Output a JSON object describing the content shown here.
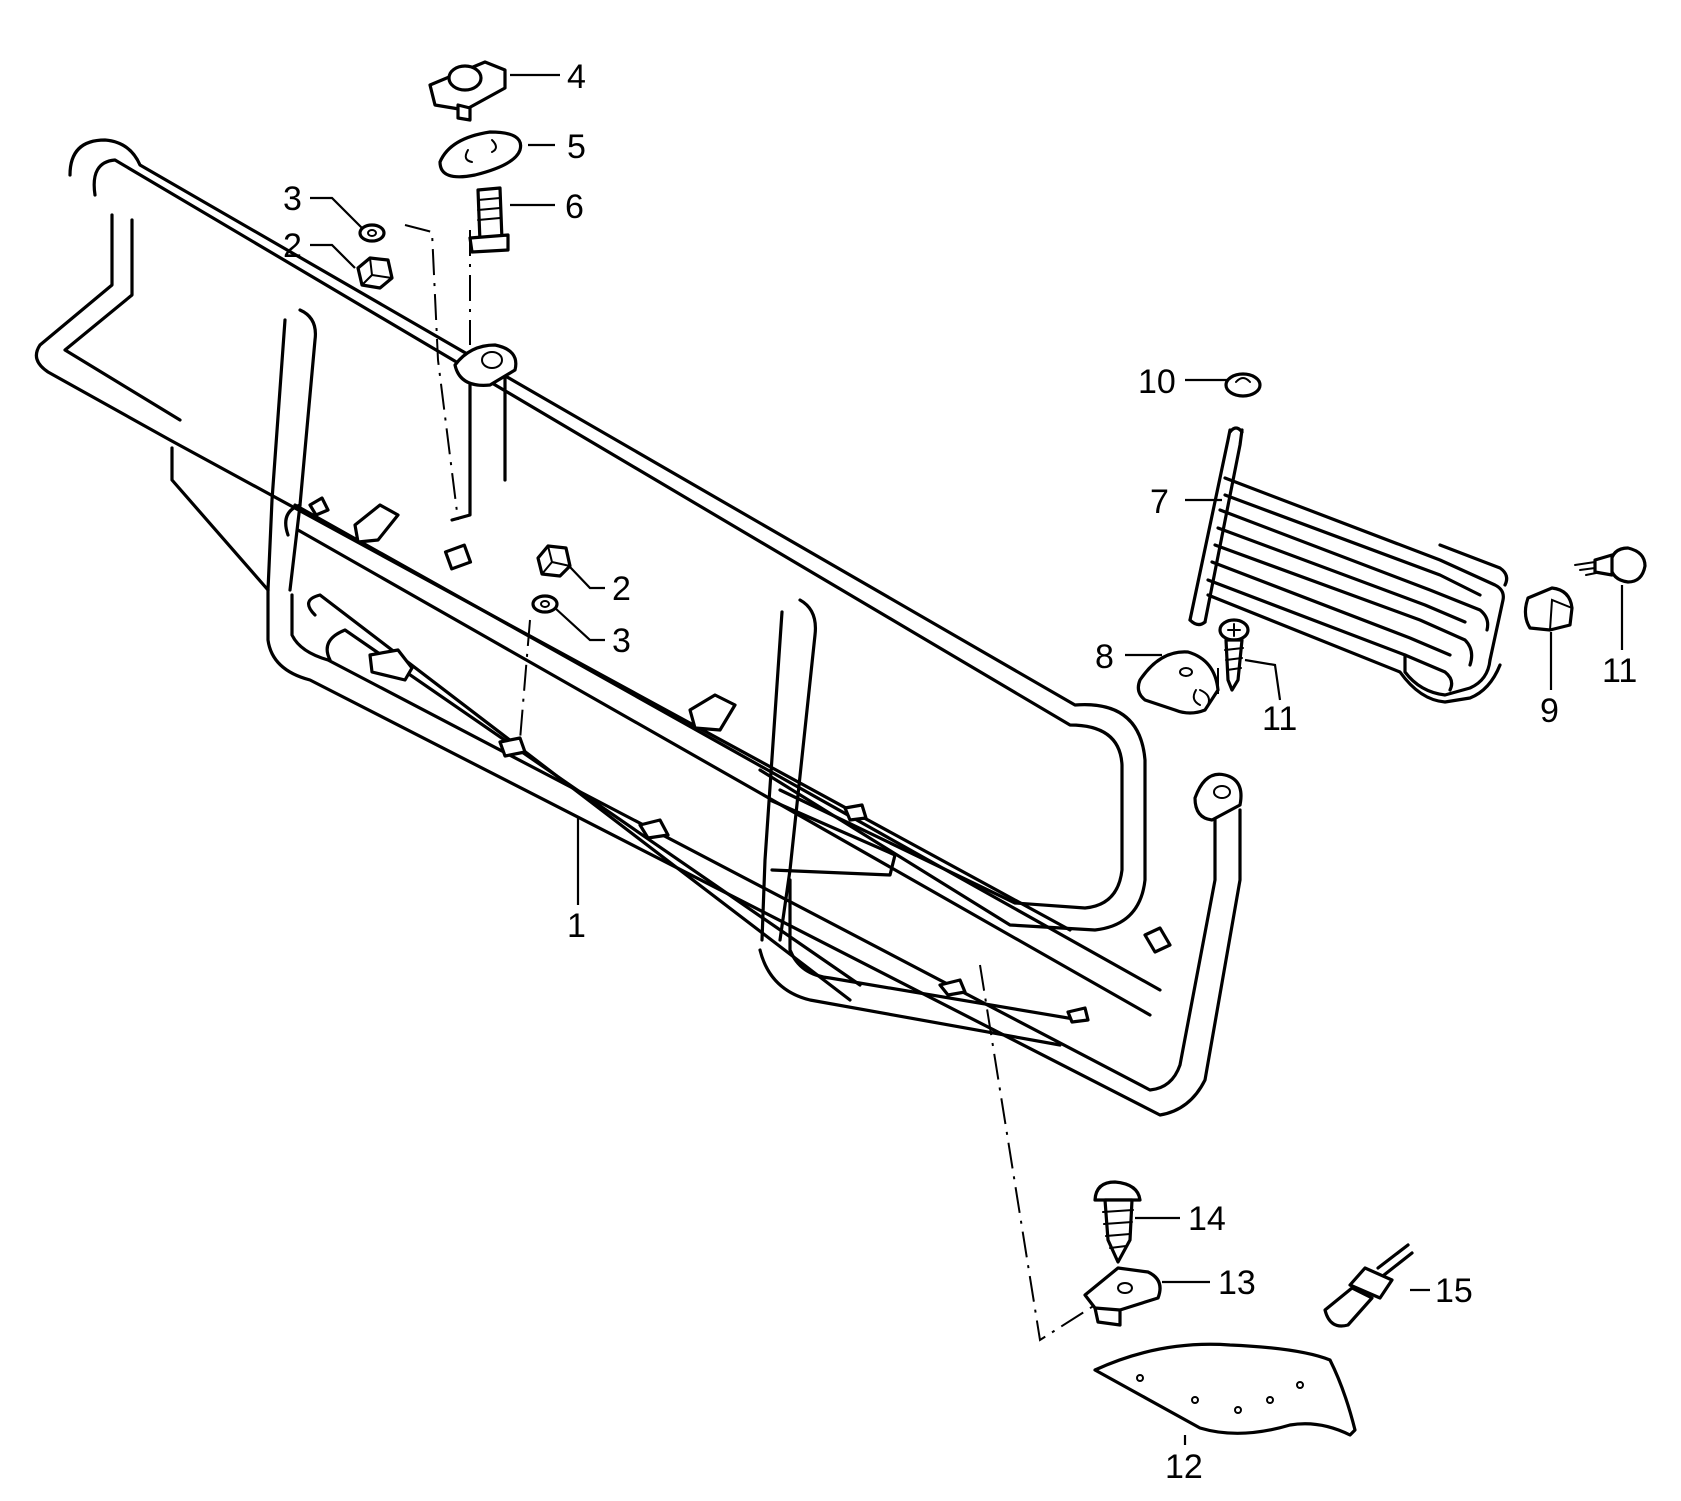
{
  "callouts": {
    "c1": "1",
    "c2a": "2",
    "c2b": "2",
    "c3a": "3",
    "c3b": "3",
    "c4": "4",
    "c5": "5",
    "c6": "6",
    "c7": "7",
    "c8": "8",
    "c9": "9",
    "c10": "10",
    "c11a": "11",
    "c11b": "11",
    "c12": "12",
    "c13": "13",
    "c14": "14",
    "c15": "15"
  }
}
